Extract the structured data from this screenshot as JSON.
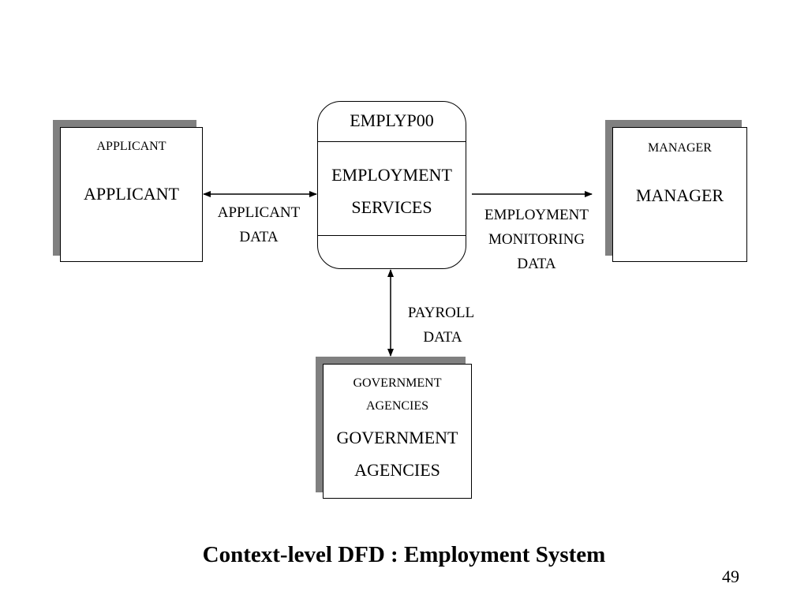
{
  "entities": {
    "applicant": {
      "small_label": "APPLICANT",
      "label": "APPLICANT"
    },
    "manager": {
      "small_label": "MANAGER",
      "label": "MANAGER"
    },
    "government": {
      "small_label": [
        "GOVERNMENT",
        "AGENCIES"
      ],
      "label": [
        "GOVERNMENT",
        "AGENCIES"
      ]
    }
  },
  "process": {
    "id": "EMPLYP00",
    "name": [
      "EMPLOYMENT",
      "SERVICES"
    ]
  },
  "flows": {
    "applicant_data": [
      "APPLICANT",
      "DATA"
    ],
    "employment_monitoring_data": [
      "EMPLOYMENT",
      "MONITORING",
      "DATA"
    ],
    "payroll_data": [
      "PAYROLL",
      "DATA"
    ]
  },
  "caption": "Context-level DFD : Employment System",
  "page_number": "49"
}
